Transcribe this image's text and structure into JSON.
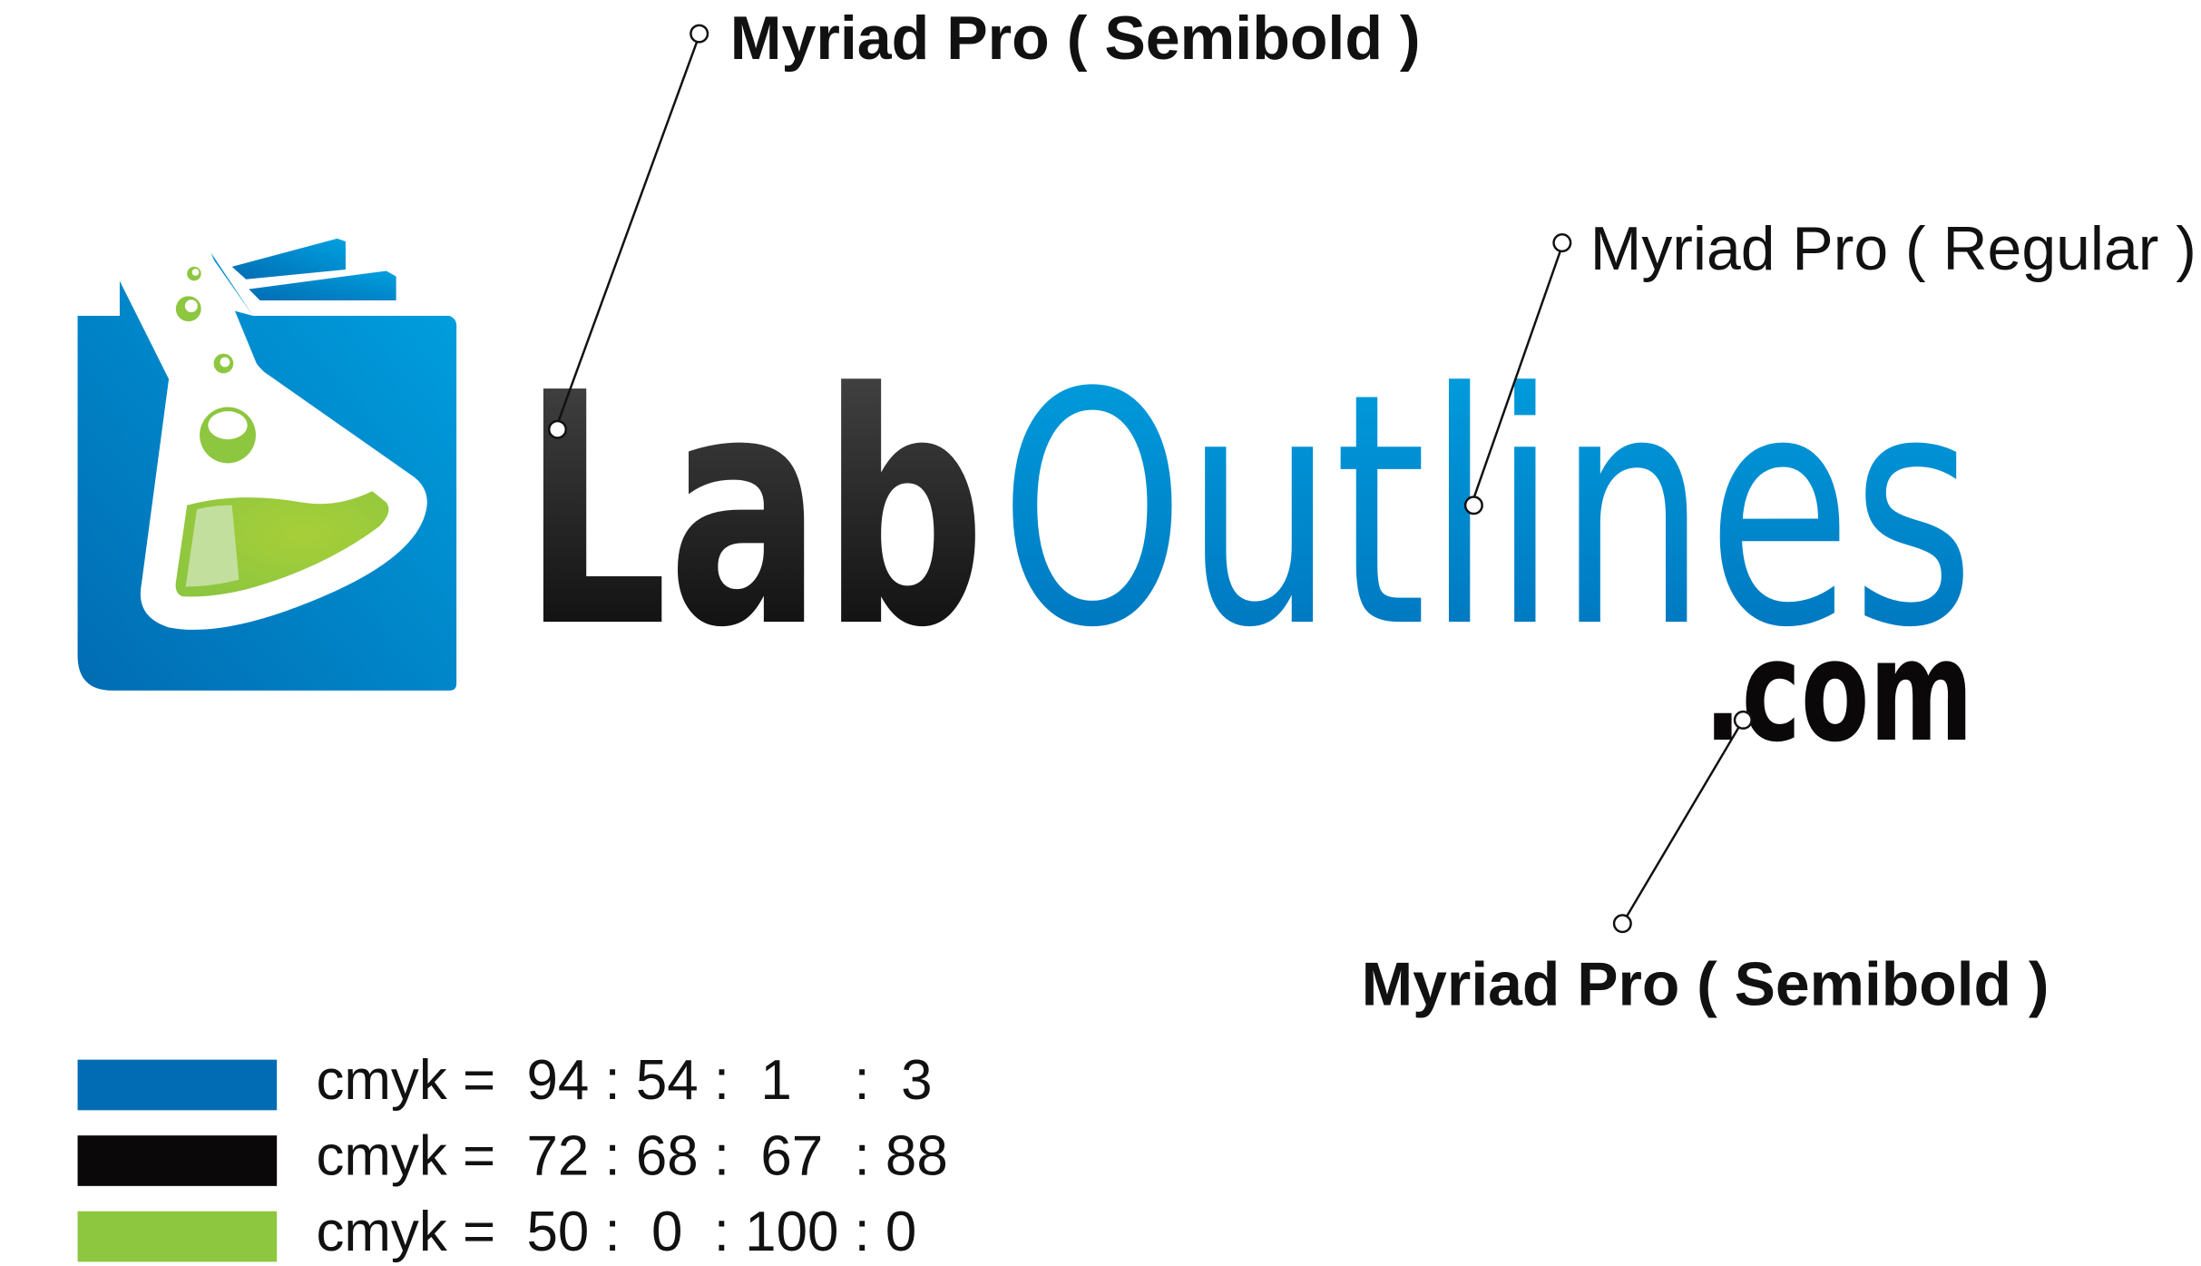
{
  "logo": {
    "word_part1": "Lab",
    "word_part2": "Outlines",
    "suffix": ".com"
  },
  "annotations": [
    {
      "label": "Myriad Pro ( Semibold )"
    },
    {
      "label": "Myriad Pro ( Regular )"
    },
    {
      "label": "Myriad Pro ( Semibold )"
    }
  ],
  "palette": [
    {
      "color": "#016CB3",
      "text": "cmyk =  94 : 54 :  1    :  3"
    },
    {
      "color": "#0A0808",
      "text": "cmyk =  72 : 68 :  67  : 88"
    },
    {
      "color": "#8DC63F",
      "text": "cmyk =  50 :  0  : 100 : 0"
    }
  ],
  "colors": {
    "blue_light": "#00A1E0",
    "blue_dark": "#016CB3",
    "green": "#8DC63F",
    "black": "#0A0808"
  }
}
